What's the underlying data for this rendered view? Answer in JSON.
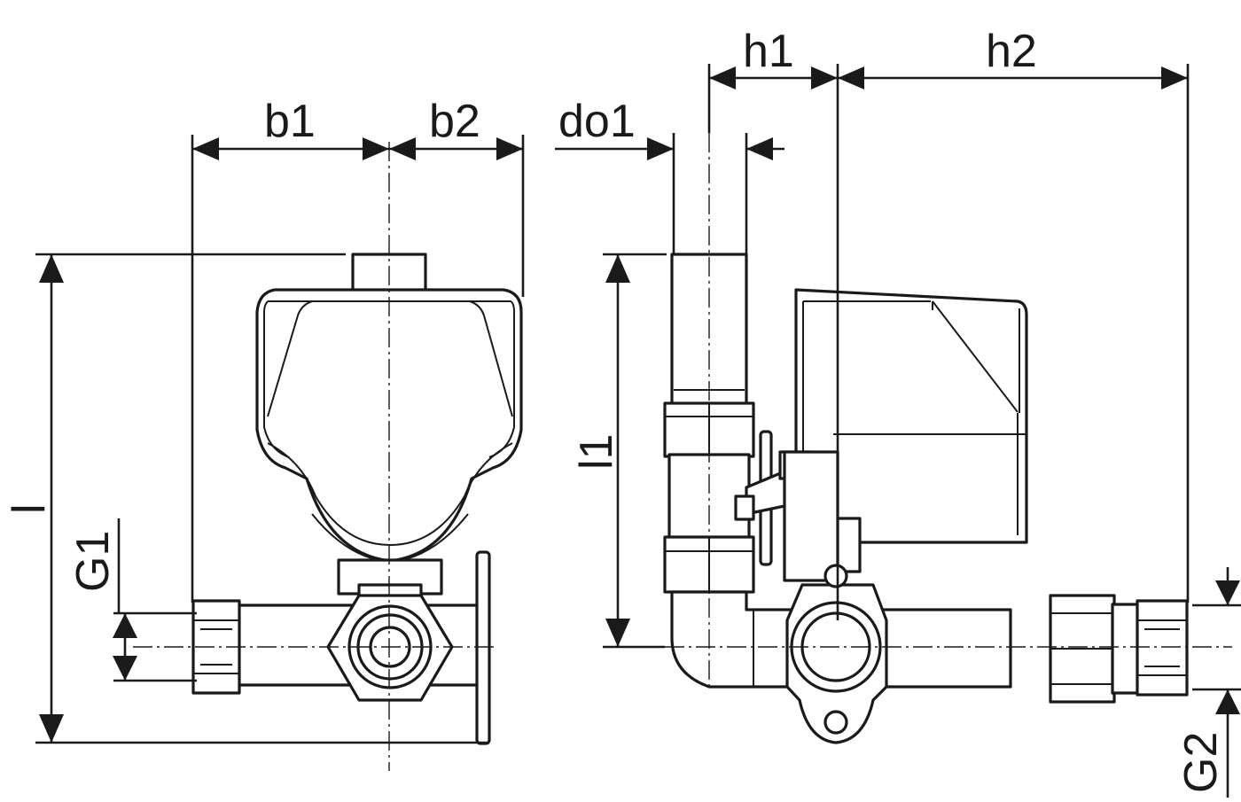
{
  "diagram": {
    "labels": {
      "b1": "b1",
      "b2": "b2",
      "l": "l",
      "G1": "G1",
      "do1": "do1",
      "h1": "h1",
      "h2": "h2",
      "l1": "l1",
      "G2": "G2"
    }
  }
}
